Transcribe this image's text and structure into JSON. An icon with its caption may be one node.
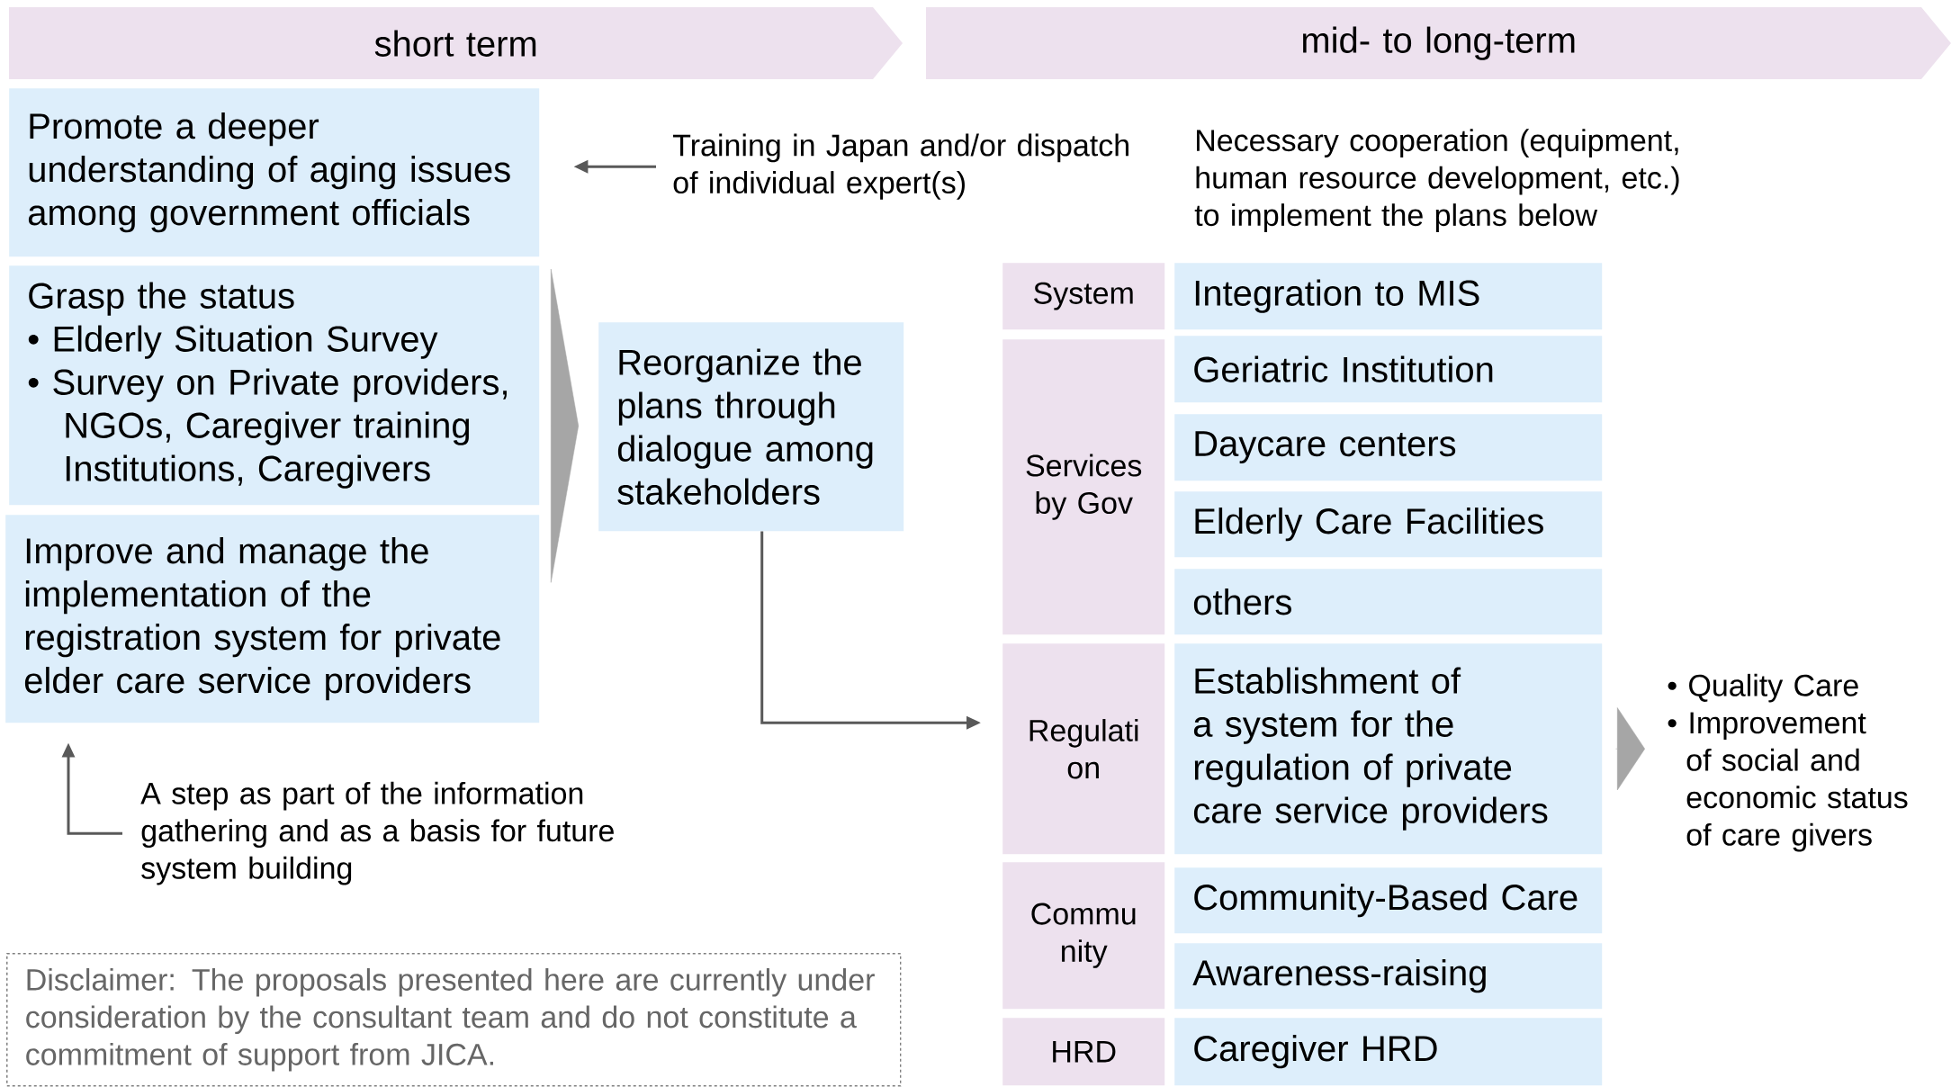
{
  "diagram": {
    "nodes": [
      {
        "text": [
          "short term"
        ]
      },
      {
        "text": [
          "mid- to long-term"
        ]
      },
      {
        "text": [
          "Promote a deeper understanding of aging issues among government officials"
        ]
      },
      {
        "text": [
          "Grasp the status",
          "• Elderly Situation Survey",
          "• Survey on Private providers, NGOs, Caregiver training Institutions, Caregivers"
        ]
      },
      {
        "text": [
          "Improve and manage the implementation of the registration system for private elder care service providers"
        ]
      },
      {
        "text": [
          "Training in Japan and/or dispatch of individual expert(s)"
        ]
      },
      {
        "text": [
          "Reorganize the plans through dialogue among stakeholders"
        ]
      },
      {
        "text": [
          "A step as part of the information gathering and as a basis for future system building"
        ]
      },
      {
        "text": [
          "Disclaimer: The proposals presented here are currently under consideration by the consultant team and do not constitute a commitment of support from JICA."
        ]
      },
      {
        "text": [
          "System"
        ]
      },
      {
        "text": [
          "Integration to MIS"
        ]
      },
      {
        "text": [
          "Services by Gov"
        ]
      },
      {
        "text": [
          "Geriatric Institution"
        ]
      },
      {
        "text": [
          "Daycare centers"
        ]
      },
      {
        "text": [
          "Elderly Care Facilities"
        ]
      },
      {
        "text": [
          "others"
        ]
      },
      {
        "text": [
          "Regulati on"
        ]
      },
      {
        "text": [
          "Establishment of a system for the regulation of private care service providers"
        ]
      },
      {
        "text": [
          "Commu nity"
        ]
      },
      {
        "text": [
          "Community-Based Care"
        ]
      },
      {
        "text": [
          "Awareness-raising"
        ]
      },
      {
        "text": [
          "HRD"
        ]
      },
      {
        "text": [
          "Caregiver HRD"
        ]
      },
      {
        "text": [
          "• Quality Care",
          "• Improvement of social and economic status of care givers"
        ]
      }
    ],
    "edges": [
      {
        "from": 5,
        "to": 2,
        "arrow": "to"
      },
      {
        "from": 3,
        "to": 6,
        "arrow": "to",
        "color": "#a6a6a6"
      },
      {
        "from": 6,
        "to": 16,
        "arrow": "to"
      },
      {
        "from": 7,
        "to": 4,
        "arrow": "to"
      },
      {
        "from": 17,
        "to": 23,
        "arrow": "to",
        "color": "#a6a6a6"
      }
    ],
    "labels": [
      "Necessary cooperation (equipment, human resource development, etc.) to implement the plans below"
    ]
  }
}
